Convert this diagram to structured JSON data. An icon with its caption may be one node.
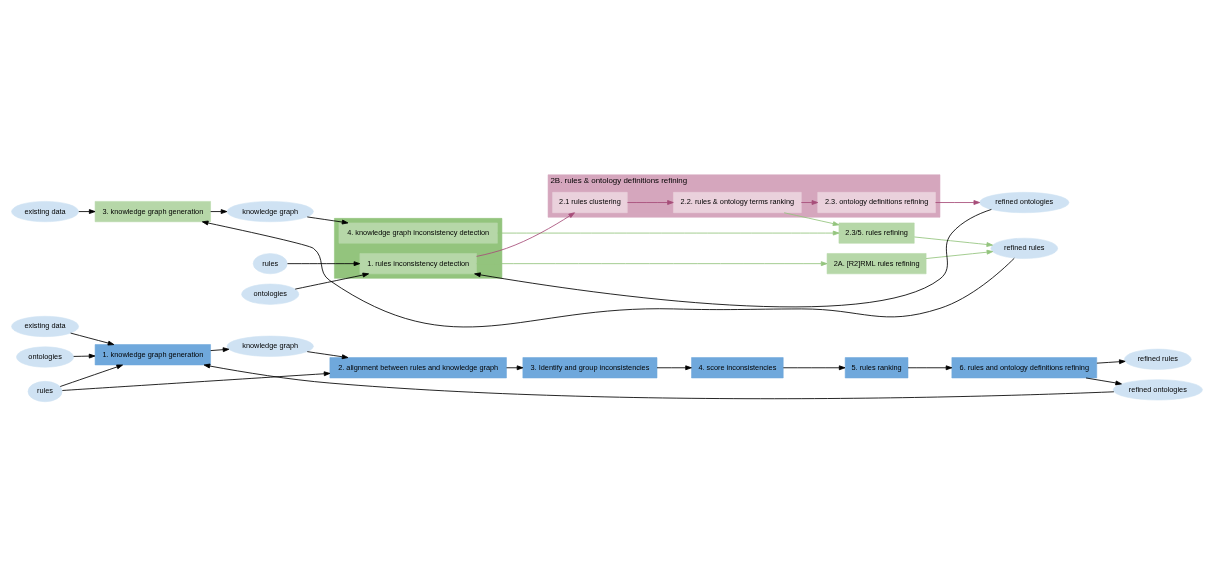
{
  "diagram": {
    "nodes": [
      {
        "text": [
          "rules"
        ]
      },
      {
        "text": [
          "existing data"
        ]
      },
      {
        "text": [
          "ontologies"
        ]
      },
      {
        "text": [
          "1. knowledge graph generation"
        ]
      },
      {
        "text": [
          "knowledge graph"
        ]
      },
      {
        "text": [
          "2. alignment between rules and knowledge graph"
        ]
      },
      {
        "text": [
          "3. Identify and group inconsistencies"
        ]
      },
      {
        "text": [
          "4. score inconsistencies"
        ]
      },
      {
        "text": [
          "5. rules ranking"
        ]
      },
      {
        "text": [
          "6. rules and ontology definitions refining"
        ]
      },
      {
        "text": [
          "refined rules"
        ]
      },
      {
        "text": [
          "refined ontologies"
        ]
      },
      {
        "text": [
          "existing data"
        ]
      },
      {
        "text": [
          "3. knowledge graph generation"
        ]
      },
      {
        "text": [
          "knowledge graph"
        ]
      },
      {
        "text": [
          "rules"
        ]
      },
      {
        "text": [
          "ontologies"
        ]
      },
      {
        "text": [],
        "shape": "box"
      },
      {
        "text": [
          "4. knowledge graph inconsistency detection"
        ],
        "in": 17
      },
      {
        "text": [
          "1. rules inconsistency detection"
        ],
        "in": 17
      },
      {
        "text": [
          "2.3/5. rules refining"
        ]
      },
      {
        "text": [
          "2B. rules & ontology definitions refining"
        ]
      },
      {
        "text": [
          "2.1 rules clustering"
        ],
        "in": 21
      },
      {
        "text": [
          "2.2. rules & ontology terms ranking"
        ],
        "in": 21
      },
      {
        "text": [
          "2.3. ontology definitions refining"
        ],
        "in": 21
      },
      {
        "text": [
          "2A. [R2]RML rules refining"
        ]
      },
      {
        "text": [
          "refined rules"
        ]
      },
      {
        "text": [
          "refined ontologies"
        ]
      }
    ],
    "edges": [
      {
        "from": 0,
        "to": 3,
        "arrow": "to"
      },
      {
        "from": 1,
        "to": 3,
        "arrow": "to"
      },
      {
        "from": 2,
        "to": 3,
        "arrow": "to"
      },
      {
        "from": 0,
        "to": 5,
        "arrow": "to"
      },
      {
        "from": 3,
        "to": 4,
        "arrow": "to"
      },
      {
        "from": 4,
        "to": 5,
        "arrow": "to"
      },
      {
        "from": 5,
        "to": 6,
        "arrow": "to"
      },
      {
        "from": 6,
        "to": 7,
        "arrow": "to"
      },
      {
        "from": 7,
        "to": 8,
        "arrow": "to"
      },
      {
        "from": 8,
        "to": 9,
        "arrow": "to"
      },
      {
        "from": 9,
        "to": 10,
        "arrow": "to"
      },
      {
        "from": 9,
        "to": 11,
        "arrow": "to"
      },
      {
        "from": 11,
        "to": 3,
        "arrow": "to"
      },
      {
        "from": 12,
        "to": 13,
        "arrow": "to"
      },
      {
        "from": 13,
        "to": 14,
        "arrow": "to"
      },
      {
        "from": 14,
        "to": 18,
        "arrow": "to"
      },
      {
        "from": 15,
        "to": 19,
        "arrow": "to"
      },
      {
        "from": 16,
        "to": 19,
        "arrow": "to"
      },
      {
        "from": 18,
        "to": 20,
        "arrow": "to",
        "color": "#93c47d"
      },
      {
        "from": 19,
        "to": 22,
        "arrow": "to",
        "color": "#a64d79"
      },
      {
        "from": 19,
        "to": 25,
        "arrow": "to",
        "color": "#93c47d"
      },
      {
        "from": 22,
        "to": 23,
        "arrow": "to",
        "color": "#a64d79"
      },
      {
        "from": 23,
        "to": 24,
        "arrow": "to",
        "color": "#a64d79"
      },
      {
        "from": 23,
        "to": 20,
        "arrow": "to",
        "color": "#93c47d"
      },
      {
        "from": 24,
        "to": 27,
        "arrow": "to",
        "color": "#a64d79"
      },
      {
        "from": 20,
        "to": 26,
        "arrow": "to",
        "color": "#93c47d"
      },
      {
        "from": 25,
        "to": 26,
        "arrow": "to",
        "color": "#93c47d"
      },
      {
        "from": 26,
        "to": 13,
        "arrow": "to"
      },
      {
        "from": 27,
        "to": 19,
        "arrow": "to"
      }
    ]
  }
}
